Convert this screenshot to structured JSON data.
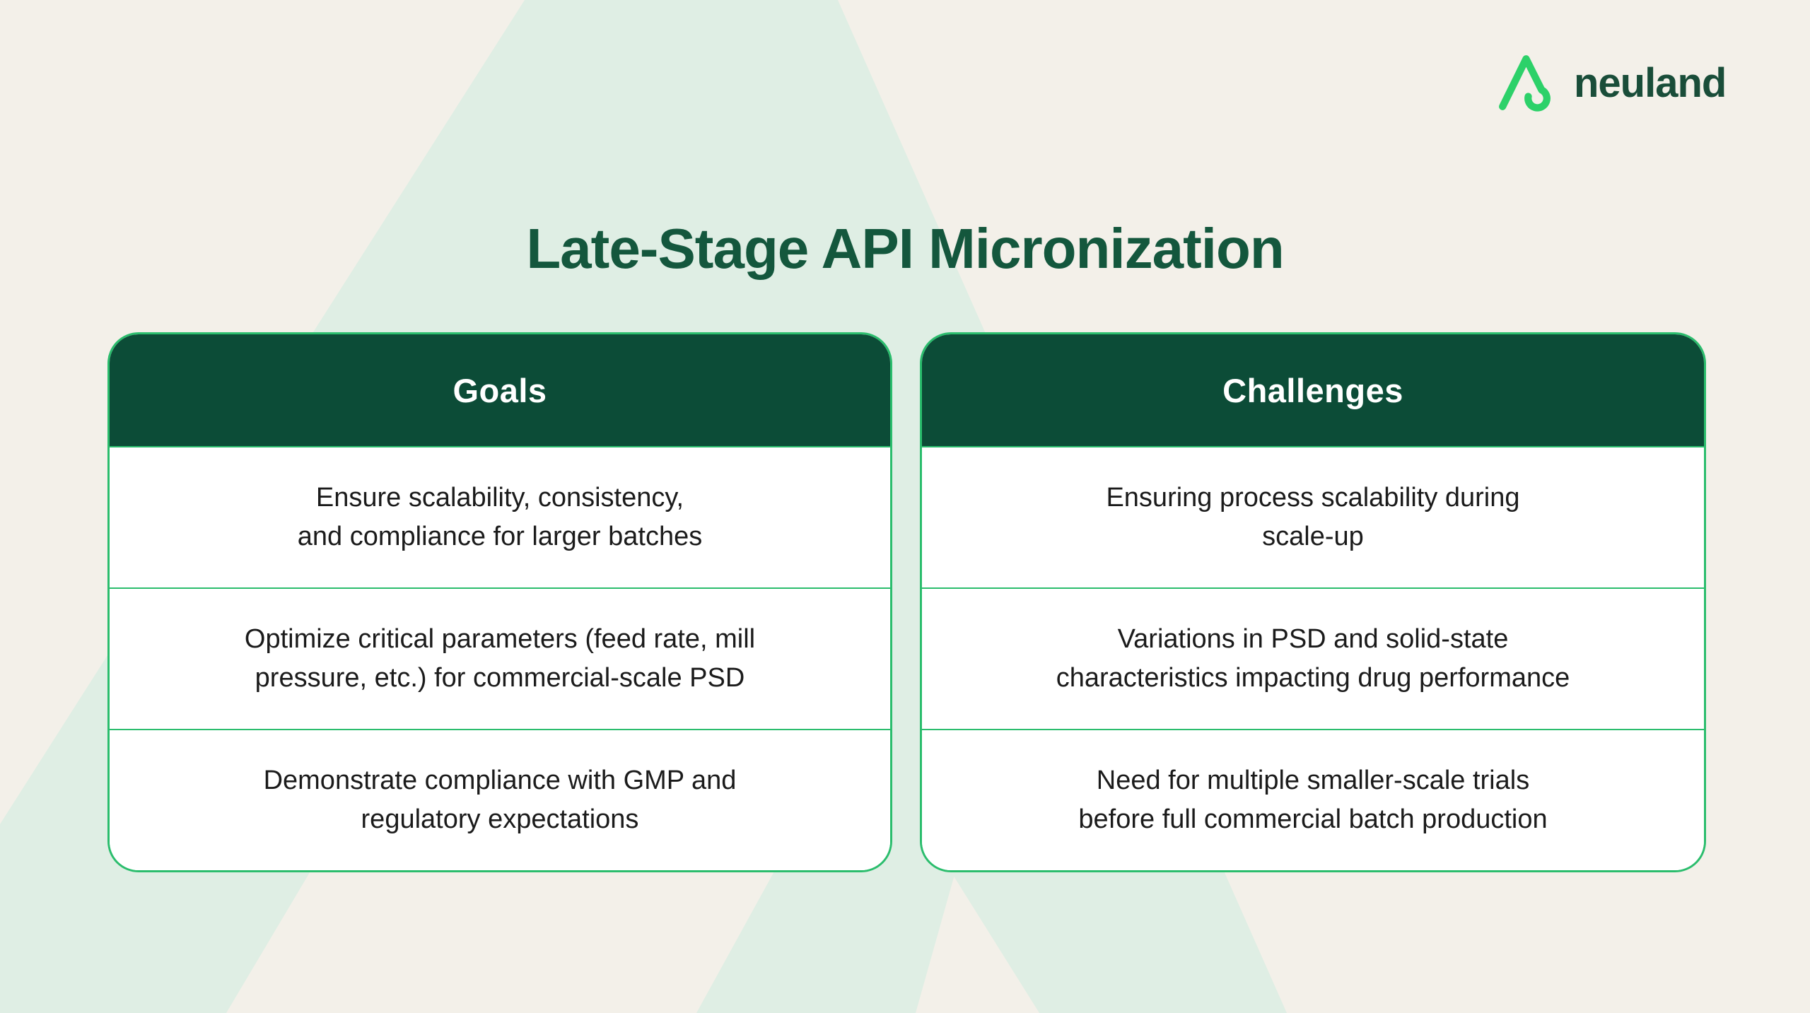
{
  "title": {
    "text": "Late-Stage API Micronization"
  },
  "brand": {
    "name": "neuland",
    "glyph": "neuland-n-glyph"
  },
  "colors": {
    "background": "#f3f0e9",
    "watermark_green": "#dfeee4",
    "header_green": "#0c4c37",
    "accent_green": "#2bbd6d",
    "logo_green": "#2cd169",
    "title_green": "#14573d",
    "wordmark_green": "#194d39",
    "cell_text": "#1b1b1b",
    "header_text": "#ffffff"
  },
  "tables": [
    {
      "header": "Goals",
      "rows": [
        {
          "text": "Ensure scalability, consistency,\nand compliance for larger batches"
        },
        {
          "text": "Optimize critical parameters (feed rate, mill\npressure, etc.) for commercial-scale PSD"
        },
        {
          "text": "Demonstrate compliance with GMP and\nregulatory expectations"
        }
      ]
    },
    {
      "header": "Challenges",
      "rows": [
        {
          "text": "Ensuring process scalability during\nscale-up"
        },
        {
          "text": "Variations in PSD and solid-state\ncharacteristics impacting drug performance"
        },
        {
          "text": "Need for multiple smaller-scale trials\nbefore full commercial batch production"
        }
      ]
    }
  ]
}
